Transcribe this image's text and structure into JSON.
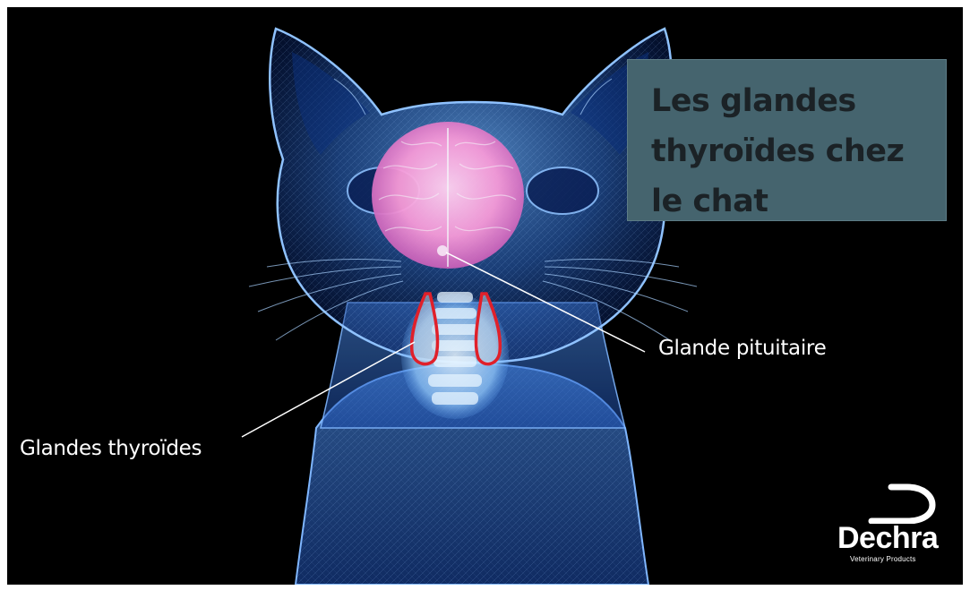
{
  "title": "Les glandes thyroïdes chez le chat",
  "labels": {
    "pituitary": "Glande pituitaire",
    "thyroid": "Glandes thyroïdes"
  },
  "logo": {
    "brand": "Dechra",
    "tagline": "Veterinary Products"
  },
  "colors": {
    "background": "#000000",
    "title_box": "#45646e",
    "hologram": "#5fa8ff",
    "brain": "#ff8fd0",
    "thyroid_outline": "#e0202a"
  }
}
